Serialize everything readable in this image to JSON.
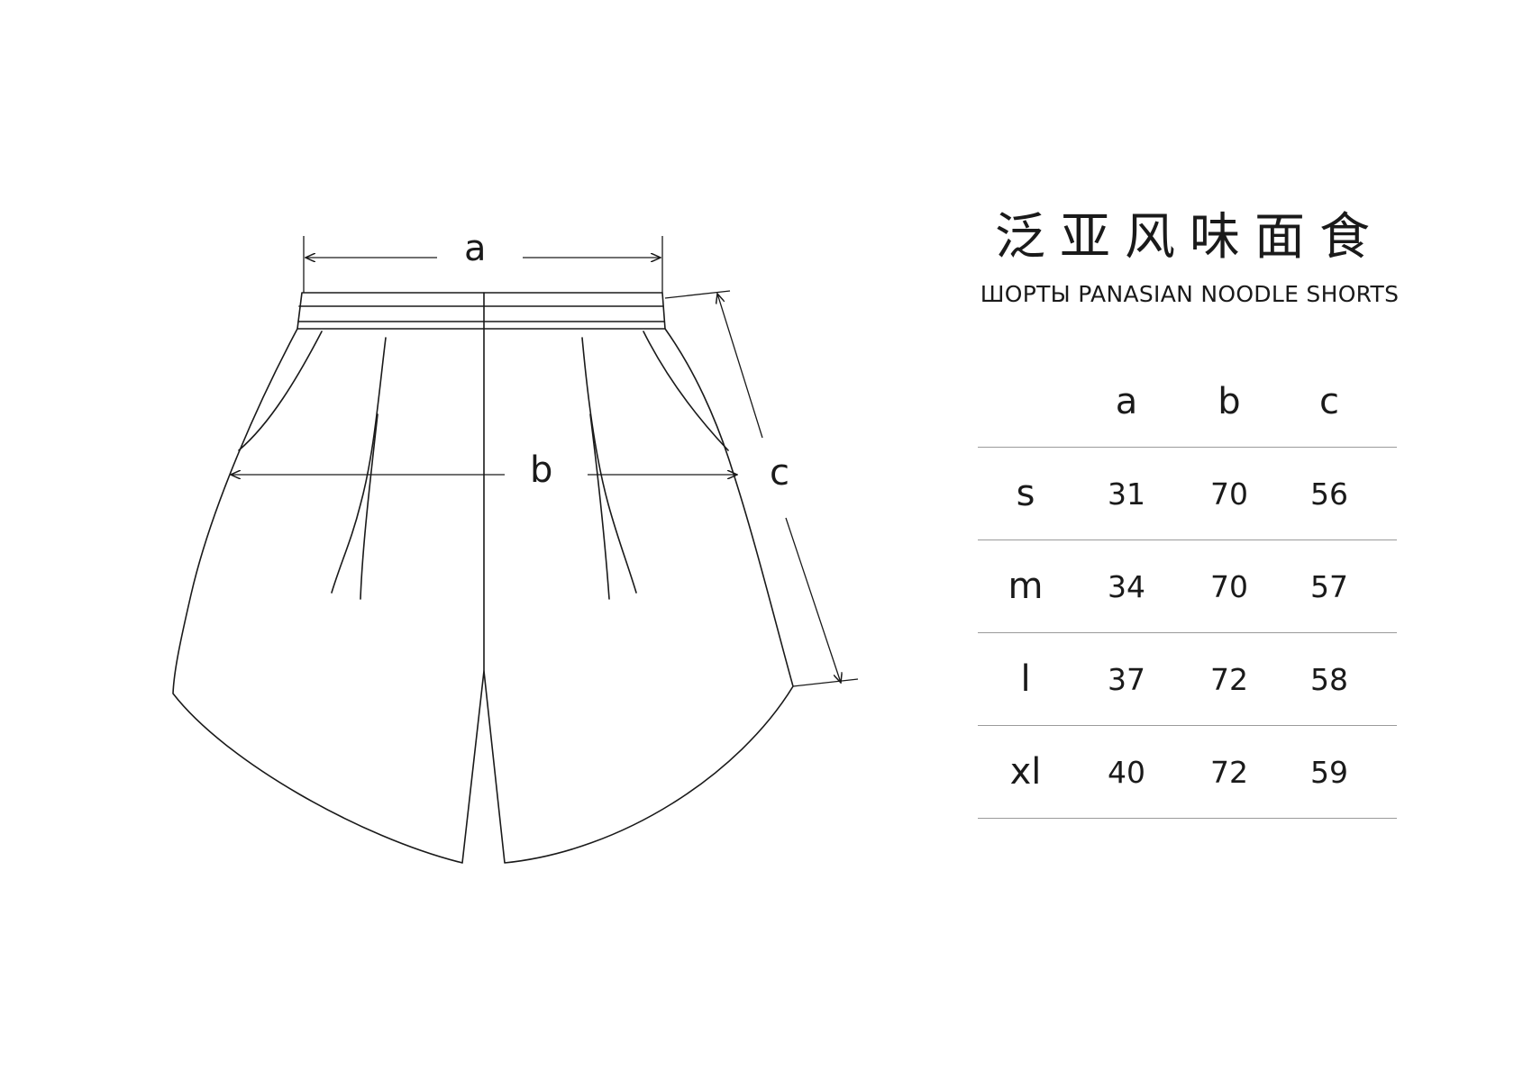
{
  "diagram": {
    "dimension_labels": {
      "a": "a",
      "b": "b",
      "c": "c"
    }
  },
  "title_cn": "泛亚风味面食",
  "subtitle": "ШОРТЫ PANASIAN NOODLE SHORTS",
  "size_table": {
    "headers": [
      "",
      "a",
      "b",
      "c"
    ],
    "rows": [
      {
        "size": "s",
        "a": "31",
        "b": "70",
        "c": "56"
      },
      {
        "size": "m",
        "a": "34",
        "b": "70",
        "c": "57"
      },
      {
        "size": "l",
        "a": "37",
        "b": "72",
        "c": "58"
      },
      {
        "size": "xl",
        "a": "40",
        "b": "72",
        "c": "59"
      }
    ]
  },
  "colors": {
    "line": "#1a1a1a",
    "rule": "#9a9a9a",
    "background": "#ffffff"
  }
}
